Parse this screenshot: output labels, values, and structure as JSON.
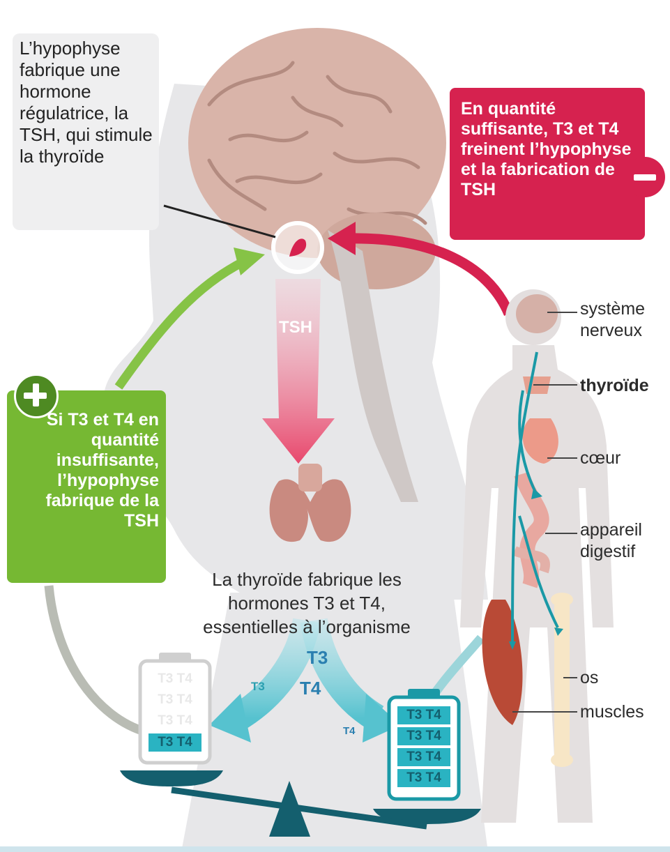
{
  "boxes": {
    "hypophyse": "L’hypophyse fabrique une hormone régulatrice, la TSH, qui stimule la thyroïde",
    "freinent": "En quantité suffisante, T3 et T4 freinent l’hypophyse et la fabrication de TSH",
    "insuffisante": "Si T3 et T4 en quantité insuffisante, l’hypophyse fabrique de la TSH"
  },
  "center_caption": "La thyroïde fabrique les hormones T3 et T4, essentielles à l’organisme",
  "arrow_label_tsh": "TSH",
  "hormones": {
    "t3": "T3",
    "t4": "T4"
  },
  "battery_cells": {
    "low": [
      "T3 T4",
      "T3 T4",
      "T3 T4",
      "T3 T4"
    ],
    "full": [
      "T3 T4",
      "T3 T4",
      "T3 T4",
      "T3 T4"
    ]
  },
  "body_labels": {
    "nervous": "système nerveux",
    "thyroid": "thyroïde",
    "heart": "cœur",
    "digestive": "appareil digestif",
    "bone": "os",
    "muscles": "muscles"
  },
  "colors": {
    "red": "#d6224f",
    "green": "#76b833",
    "teal": "#1a8e9b",
    "dark_teal": "#145f6e",
    "silhouette": "#e1e1e3",
    "brain": "#d7b3a9"
  }
}
